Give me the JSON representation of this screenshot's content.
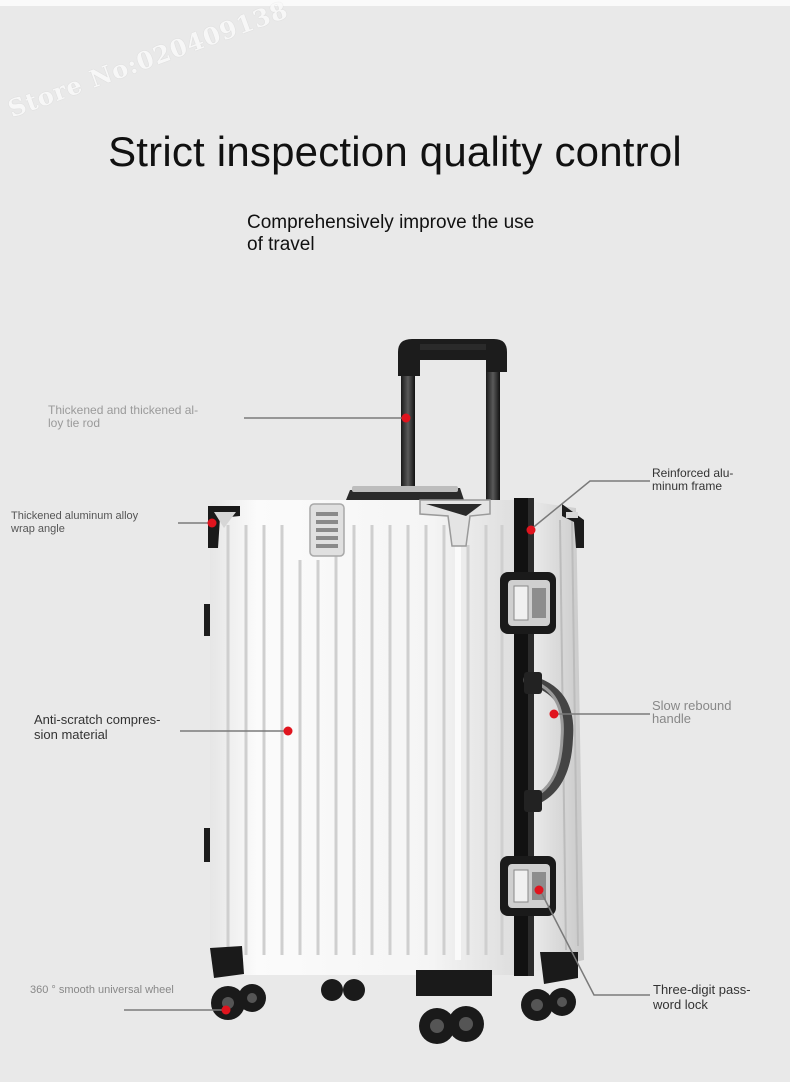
{
  "watermark": "Store No:020409138",
  "title": "Strict inspection quality control",
  "subtitle": {
    "line1": "Comprehensively improve the use",
    "line2": "of travel"
  },
  "callouts": {
    "tie_rod": {
      "line1": "Thickened and thickened al-",
      "line2": "loy tie rod"
    },
    "wrap_angle": {
      "line1": "Thickened aluminum alloy",
      "line2": "wrap angle"
    },
    "frame": {
      "line1": "Reinforced alu-",
      "line2": "minum frame"
    },
    "material": {
      "line1": "Anti-scratch compres-",
      "line2": "sion material"
    },
    "handle": {
      "line1": "Slow rebound",
      "line2": "handle"
    },
    "wheel": {
      "line1": "360 ° smooth universal wheel"
    },
    "lock": {
      "line1": "Three-digit pass-",
      "line2": "word lock"
    }
  },
  "colors": {
    "background": "#e9e9e9",
    "marker": "#e0141e",
    "shell": "#f7f7f7",
    "frame": "#111111"
  }
}
